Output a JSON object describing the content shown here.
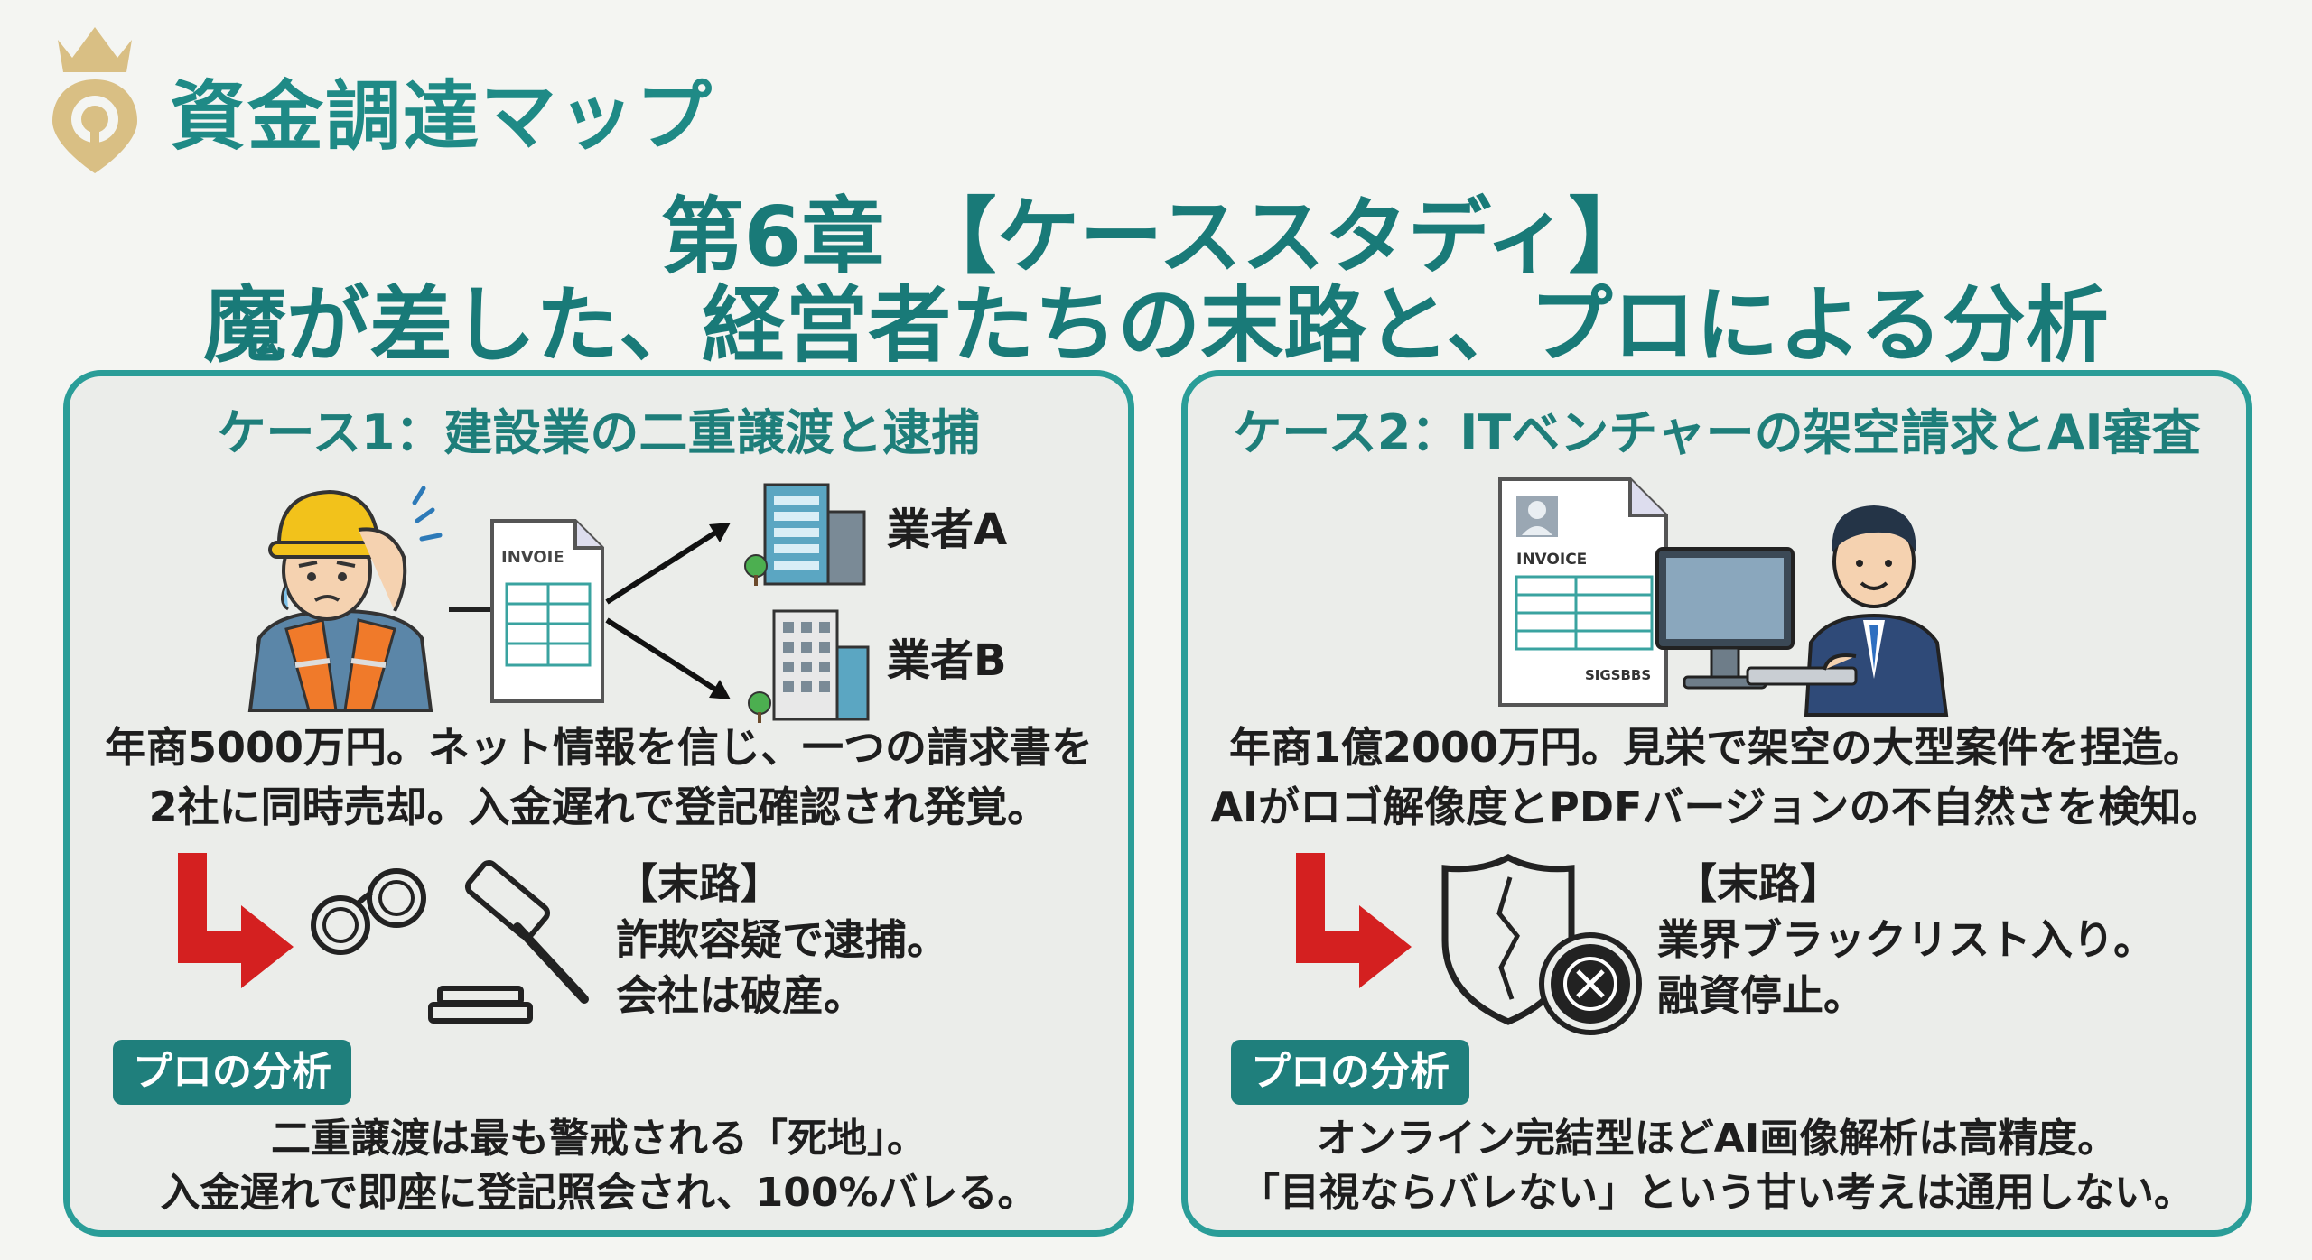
{
  "header": {
    "brand": "資金調達マップ",
    "title_line1": "第6章 【ケーススタディ】",
    "title_line2": "魔が差した、経営者たちの末路と、プロによる分析"
  },
  "colors": {
    "teal": "#2a9d98",
    "dark_teal": "#1f7f7c",
    "red_arrow": "#d42020",
    "gold": "#d9bf84"
  },
  "case1": {
    "title": "ケース1：建設業の二重譲渡と逮捕",
    "invoice_label": "INVOIE",
    "vendor_a": "業者A",
    "vendor_b": "業者B",
    "description": [
      "年商5000万円。ネット情報を信じ、一つの請求書を",
      "2社に同時売却。入金遅れで登記確認され発覚。"
    ],
    "fate_label": "【末路】",
    "fate": [
      "詐欺容疑で逮捕。",
      "会社は破産。"
    ],
    "analysis_label": "プロの分析",
    "analysis": [
      "二重譲渡は最も警戒される「死地」。",
      "入金遅れで即座に登記照会され、100%バレる。"
    ],
    "icons": [
      "worker-icon",
      "invoice-icon",
      "building-icon",
      "handcuffs-icon",
      "gavel-icon"
    ]
  },
  "case2": {
    "title": "ケース2：ITベンチャーの架空請求とAI審査",
    "invoice_label": "INVOICE",
    "invoice_footer": "SIGSBBS",
    "description": [
      "年商1億2000万円。見栄で架空の大型案件を捏造。",
      "AIがロゴ解像度とPDFバージョンの不自然さを検知。"
    ],
    "fate_label": "【末路】",
    "fate": [
      "業界ブラックリスト入り。",
      "融資停止。"
    ],
    "analysis_label": "プロの分析",
    "analysis": [
      "オンライン完結型ほどAI画像解析は高精度。",
      "「目視ならバレない」という甘い考えは通用しない。"
    ],
    "icons": [
      "invoice-icon",
      "businessman-at-computer-icon",
      "broken-shield-icon",
      "cross-circle-icon"
    ]
  }
}
